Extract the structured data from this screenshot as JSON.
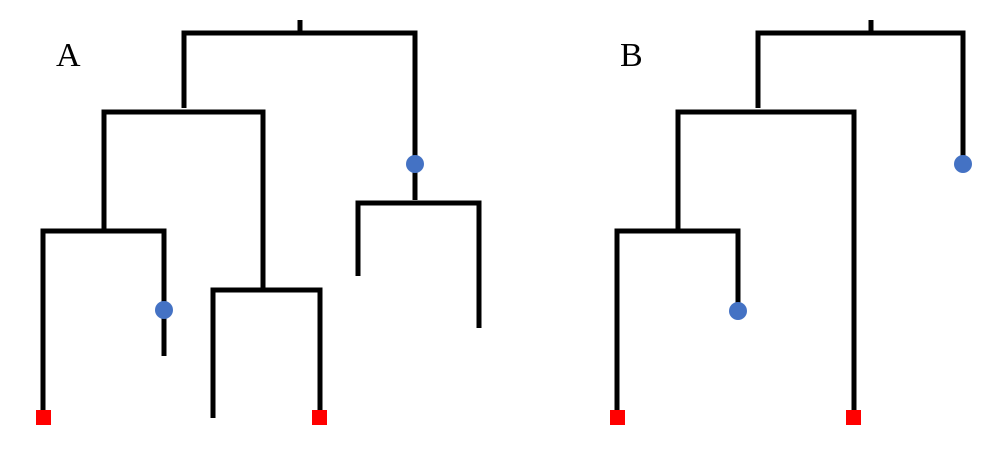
{
  "panels": [
    {
      "id": "A",
      "label": "A"
    },
    {
      "id": "B",
      "label": "B"
    }
  ],
  "colors": {
    "branch": "#000000",
    "circle_marker": "#4472C4",
    "square_marker": "#FF0000",
    "background": "#FFFFFF"
  },
  "marker_types": [
    "blue-circle",
    "red-square"
  ]
}
